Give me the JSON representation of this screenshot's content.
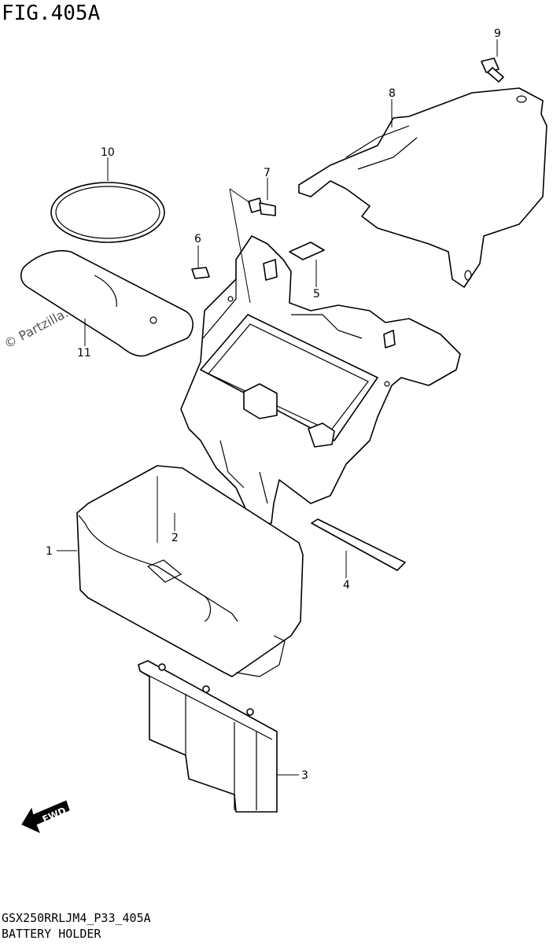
{
  "figure": {
    "title": "FIG.405A",
    "footer_code": "GSX250RRLJM4_P33_405A",
    "footer_name": "BATTERY HOLDER",
    "watermark": "© Partzilla.com",
    "direction_label": "FWD"
  },
  "callouts": [
    "1",
    "2",
    "3",
    "4",
    "5",
    "6",
    "7",
    "8",
    "9",
    "10",
    "11"
  ]
}
